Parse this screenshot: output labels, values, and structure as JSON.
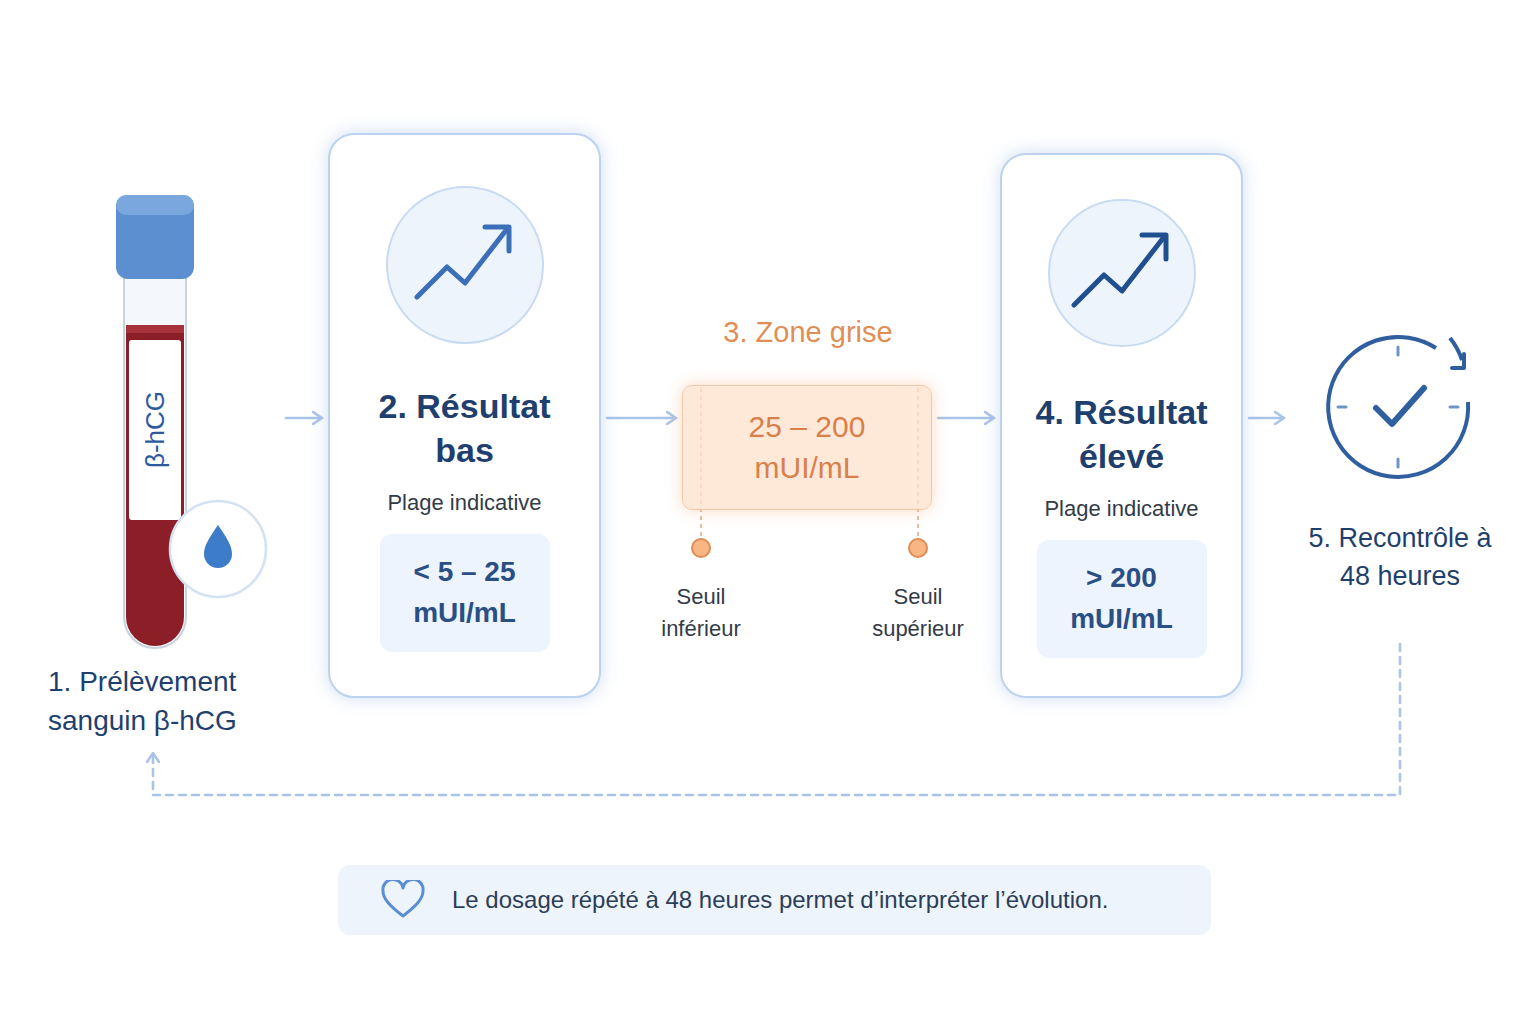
{
  "diagram": {
    "nodes": [
      {
        "text": [
          "β-hCG",
          "1. Prélèvement sanguin β-hCG"
        ]
      },
      {
        "text": [
          "2. Résultat bas",
          "Plage indicative"
        ]
      },
      {
        "text": [
          "< 5 – 25 mUI/mL"
        ],
        "in": 1
      },
      {
        "text": [
          "3. Zone grise",
          "25 – 200 mUI/mL"
        ]
      },
      {
        "text": [
          "4. Résultat élevé",
          "Plage indicative"
        ]
      },
      {
        "text": [
          "> 200 mUI/mL"
        ],
        "in": 4
      },
      {
        "text": [
          "5. Recontrôle à 48 heures"
        ]
      },
      {
        "text": [
          "Le dosage répété à 48 heures permet d’interpréter l’évolution."
        ]
      }
    ],
    "edges": [
      {
        "from": 0,
        "to": 1,
        "arrow": "to"
      },
      {
        "from": 1,
        "to": 3,
        "arrow": "to"
      },
      {
        "from": 3,
        "to": 4,
        "arrow": "to"
      },
      {
        "from": 4,
        "to": 6,
        "arrow": "to"
      },
      {
        "from": 6,
        "to": 0,
        "arrow": "to"
      }
    ],
    "labels": [
      "Seuil inférieur",
      "Seuil supérieur"
    ]
  }
}
